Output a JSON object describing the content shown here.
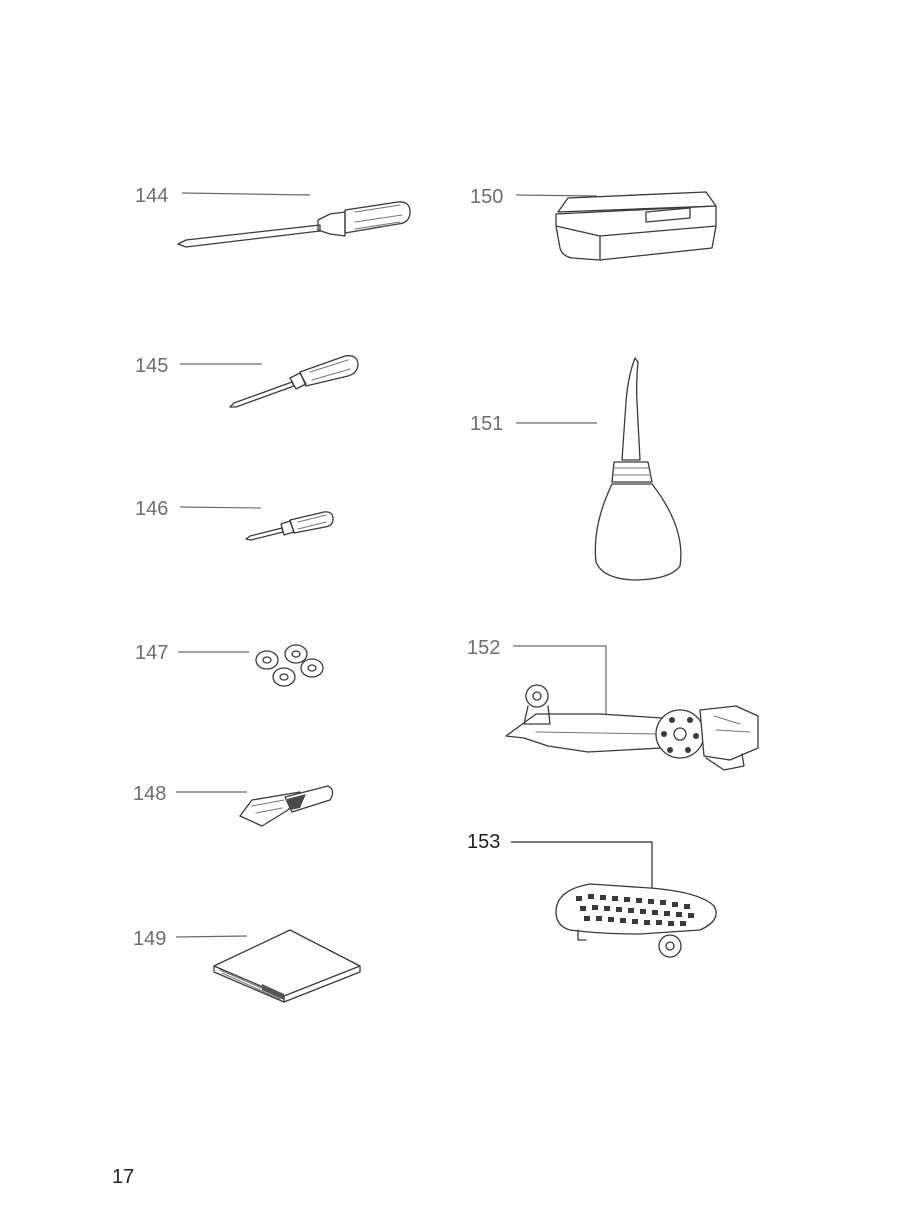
{
  "page_number": "17",
  "parts": [
    {
      "number": "144",
      "icon": "large-screwdriver-icon"
    },
    {
      "number": "145",
      "icon": "medium-screwdriver-icon"
    },
    {
      "number": "146",
      "icon": "small-screwdriver-icon"
    },
    {
      "number": "147",
      "icon": "bobbins-icon"
    },
    {
      "number": "148",
      "icon": "needle-pack-icon"
    },
    {
      "number": "149",
      "icon": "instruction-booklet-icon"
    },
    {
      "number": "150",
      "icon": "accessory-box-icon"
    },
    {
      "number": "151",
      "icon": "oil-can-icon"
    },
    {
      "number": "152",
      "icon": "attachment-icon"
    },
    {
      "number": "153",
      "icon": "darning-plate-icon"
    }
  ]
}
